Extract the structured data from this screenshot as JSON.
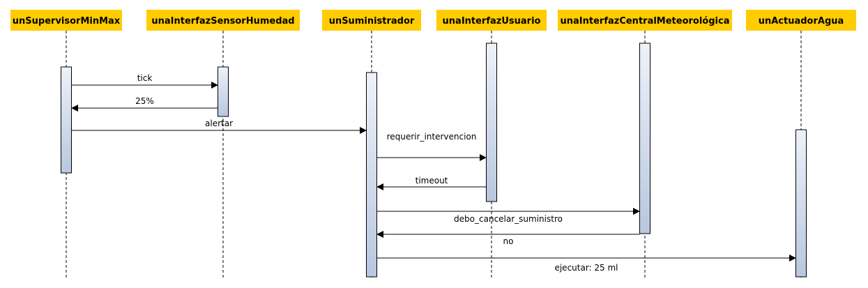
{
  "diagram": {
    "type": "sequence",
    "colors": {
      "header_fill": "#ffcc00",
      "activation_top": "#eef2f9",
      "activation_bottom": "#b8c7df"
    },
    "lifelines": [
      {
        "id": "supervisor",
        "label": "unSupervisorMinMax"
      },
      {
        "id": "sensor",
        "label": "unaInterfazSensorHumedad"
      },
      {
        "id": "suministrador",
        "label": "unSuministrador"
      },
      {
        "id": "usuario",
        "label": "unaInterfazUsuario"
      },
      {
        "id": "meteo",
        "label": "unaInterfazCentralMeteorológica"
      },
      {
        "id": "actuador",
        "label": "unActuadorAgua"
      }
    ],
    "messages": [
      {
        "from": "supervisor",
        "to": "sensor",
        "label": "tick"
      },
      {
        "from": "sensor",
        "to": "supervisor",
        "label": "25%"
      },
      {
        "from": "supervisor",
        "to": "suministrador",
        "label": "alertar"
      },
      {
        "from": "suministrador",
        "to": "usuario",
        "label": "requerir_intervencion"
      },
      {
        "from": "usuario",
        "to": "suministrador",
        "label": "timeout"
      },
      {
        "from": "suministrador",
        "to": "meteo",
        "label": "debo_cancelar_suministro"
      },
      {
        "from": "meteo",
        "to": "suministrador",
        "label": "no"
      },
      {
        "from": "suministrador",
        "to": "actuador",
        "label": "ejecutar: 25 ml"
      }
    ]
  }
}
